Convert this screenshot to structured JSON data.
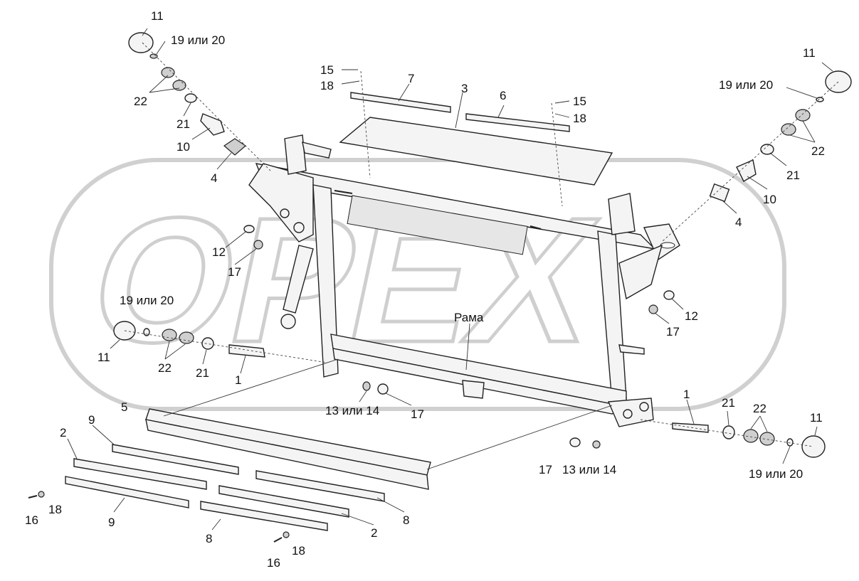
{
  "watermark": "OPEX",
  "frame_label": "Рама",
  "callouts": [
    {
      "id": "c11a",
      "text": "11"
    },
    {
      "id": "c19a",
      "text": "19 или 20"
    },
    {
      "id": "c22a",
      "text": "22"
    },
    {
      "id": "c21a",
      "text": "21"
    },
    {
      "id": "c10a",
      "text": "10"
    },
    {
      "id": "c4a",
      "text": "4"
    },
    {
      "id": "c15a",
      "text": "15"
    },
    {
      "id": "c18a",
      "text": "18"
    },
    {
      "id": "c7",
      "text": "7"
    },
    {
      "id": "c3",
      "text": "3"
    },
    {
      "id": "c6",
      "text": "6"
    },
    {
      "id": "c15b",
      "text": "15"
    },
    {
      "id": "c18b",
      "text": "18"
    },
    {
      "id": "c11b",
      "text": "11"
    },
    {
      "id": "c19b",
      "text": "19 или 20"
    },
    {
      "id": "c22b",
      "text": "22"
    },
    {
      "id": "c21b",
      "text": "21"
    },
    {
      "id": "c10b",
      "text": "10"
    },
    {
      "id": "c4b",
      "text": "4"
    },
    {
      "id": "c12a",
      "text": "12"
    },
    {
      "id": "c17a",
      "text": "17"
    },
    {
      "id": "c12b",
      "text": "12"
    },
    {
      "id": "c17b",
      "text": "17"
    },
    {
      "id": "c19c",
      "text": "19 или 20"
    },
    {
      "id": "c11c",
      "text": "11"
    },
    {
      "id": "c22c",
      "text": "22"
    },
    {
      "id": "c21c",
      "text": "21"
    },
    {
      "id": "c1a",
      "text": "1"
    },
    {
      "id": "c13a",
      "text": "13 или 14"
    },
    {
      "id": "c17c",
      "text": "17"
    },
    {
      "id": "c5",
      "text": "5"
    },
    {
      "id": "c9a",
      "text": "9"
    },
    {
      "id": "c2a",
      "text": "2"
    },
    {
      "id": "c16a",
      "text": "16"
    },
    {
      "id": "c18c",
      "text": "18"
    },
    {
      "id": "c9b",
      "text": "9"
    },
    {
      "id": "c8a",
      "text": "8"
    },
    {
      "id": "c2b",
      "text": "2"
    },
    {
      "id": "c8b",
      "text": "8"
    },
    {
      "id": "c16b",
      "text": "16"
    },
    {
      "id": "c18d",
      "text": "18"
    },
    {
      "id": "c1b",
      "text": "1"
    },
    {
      "id": "c21d",
      "text": "21"
    },
    {
      "id": "c22d",
      "text": "22"
    },
    {
      "id": "c11d",
      "text": "11"
    },
    {
      "id": "c17d",
      "text": "17"
    },
    {
      "id": "c13b",
      "text": "13 или 14"
    },
    {
      "id": "c19d",
      "text": "19 или 20"
    }
  ]
}
